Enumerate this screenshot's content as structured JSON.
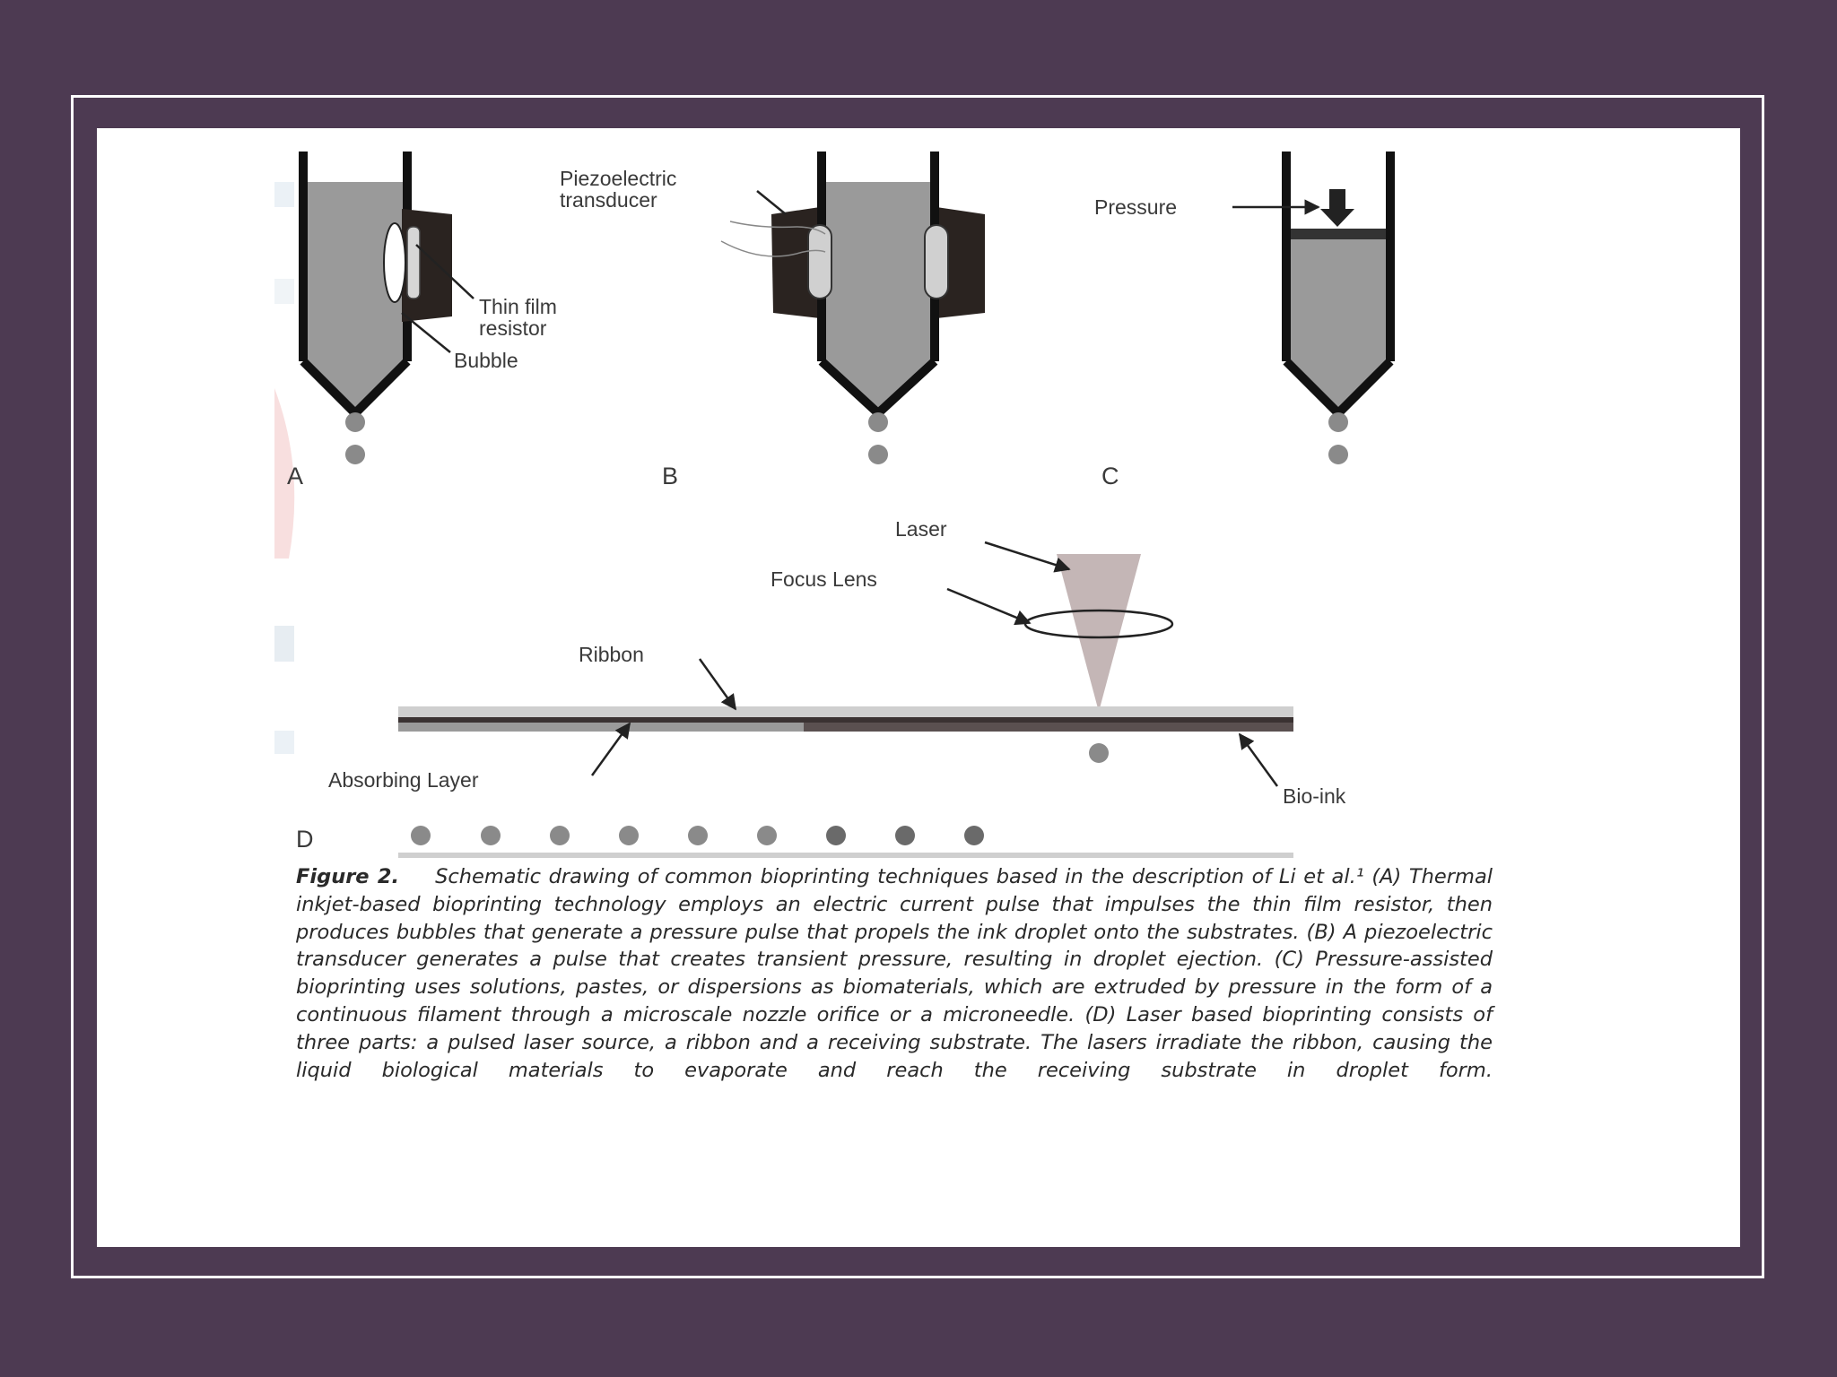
{
  "colors": {
    "background": "#4d3a52",
    "frame": "#ffffff",
    "slide": "#ffffff",
    "ink_gray": "#9a9a9a",
    "nozzle_wall": "#111111"
  },
  "diagram": {
    "panel_a": {
      "letter": "A",
      "thin_film_label_line1": "Thin film",
      "thin_film_label_line2": "resistor",
      "bubble_label": "Bubble"
    },
    "panel_b": {
      "letter": "B",
      "transducer_label_line1": "Piezoelectric",
      "transducer_label_line2": "transducer"
    },
    "panel_c": {
      "letter": "C",
      "pressure_label": "Pressure"
    },
    "panel_d": {
      "letter": "D",
      "laser_label": "Laser",
      "focus_lens_label": "Focus Lens",
      "ribbon_label": "Ribbon",
      "absorbing_layer_label": "Absorbing Layer",
      "bio_ink_label": "Bio-ink"
    }
  },
  "caption": {
    "figure_label": "Figure 2.",
    "text": "Schematic drawing of common bioprinting techniques based in the description of Li et al.¹ (A) Thermal inkjet-based bioprinting technology employs an electric current pulse that impulses the thin film resistor, then produces bubbles that generate a pressure pulse that propels the ink droplet onto the substrates. (B) A piezoelectric transducer generates a pulse that creates transient pressure, resulting in droplet ejection. (C) Pressure-assisted bioprinting uses solutions, pastes, or dispersions as biomaterials, which are extruded by pressure in the form of a continuous filament through a microscale nozzle orifice or a microneedle. (D) Laser based bioprinting consists of three parts: a pulsed laser source, a ribbon and a receiving substrate. The lasers irradiate the ribbon, causing the liquid biological materials to evaporate and reach the receiving substrate in droplet form."
  }
}
